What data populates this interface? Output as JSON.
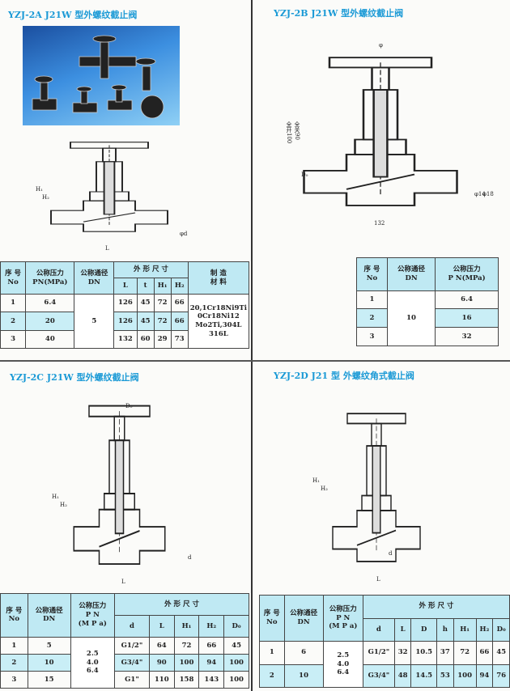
{
  "sections": [
    {
      "title": "YZJ-2A J21W 型外螺纹截止阀",
      "labels": [
        "H₁",
        "H₂",
        "L",
        "φd"
      ]
    },
    {
      "title": "YZJ-2B J21W 型外螺纹截止阀",
      "labels": [
        "φ",
        "全开100",
        "全关90",
        "D₀",
        "φ14",
        "φ18",
        "132"
      ]
    },
    {
      "title": "YZJ-2C J21W 型外螺纹截止阀",
      "labels": [
        "D₀",
        "H₁",
        "H₂",
        "d",
        "L"
      ]
    },
    {
      "title": "YZJ-2D J21 型 外螺纹角式截止阀",
      "labels": [
        "H₁",
        "H₂",
        "d",
        "L"
      ]
    }
  ],
  "table_2a": {
    "headers": {
      "no": "序 号\nNo",
      "pn": "公称压力\nPN(MPa)",
      "dn": "公称通径\nDN",
      "dims": "外 形 尺 寸",
      "material": "制 造\n材 料",
      "cols": [
        "L",
        "t",
        "H₁",
        "H₂"
      ]
    },
    "dn": "5",
    "material": "20,1Cr18Ni9Ti 0Cr18Ni12 Mo2Ti,304L 316L",
    "rows": [
      {
        "no": "1",
        "pn": "6.4",
        "dims": [
          "126",
          "45",
          "72",
          "66"
        ]
      },
      {
        "no": "2",
        "pn": "20",
        "dims": [
          "126",
          "45",
          "72",
          "66"
        ]
      },
      {
        "no": "3",
        "pn": "40",
        "dims": [
          "132",
          "60",
          "29",
          "73"
        ]
      }
    ]
  },
  "table_2b": {
    "headers": {
      "no": "序 号\nNo",
      "dn": "公称通径\nDN",
      "pn": "公称压力\nP N(MPa)"
    },
    "dn": "10",
    "rows": [
      {
        "no": "1",
        "pn": "6.4"
      },
      {
        "no": "2",
        "pn": "16"
      },
      {
        "no": "3",
        "pn": "32"
      }
    ]
  },
  "table_2c": {
    "headers": {
      "no": "序 号\nNo",
      "dn": "公称通径\nDN",
      "pn": "公称压力\nP N\n(M P a)",
      "dims": "外 形 尺 寸",
      "cols": [
        "d",
        "L",
        "H₁",
        "H₂",
        "D₀"
      ]
    },
    "pn": "2.5\n4.0\n6.4",
    "rows": [
      {
        "no": "1",
        "dn": "5",
        "dims": [
          "G1/2\"",
          "64",
          "72",
          "66",
          "45"
        ]
      },
      {
        "no": "2",
        "dn": "10",
        "dims": [
          "G3/4\"",
          "90",
          "100",
          "94",
          "100"
        ]
      },
      {
        "no": "3",
        "dn": "15",
        "dims": [
          "G1\"",
          "110",
          "158",
          "143",
          "100"
        ]
      }
    ]
  },
  "table_2d": {
    "headers": {
      "no": "序 号\nNo",
      "dn": "公称通径\nDN",
      "pn": "公称压力\nP N\n(M P a)",
      "dims": "外 形 尺 寸",
      "cols": [
        "d",
        "L",
        "D",
        "h",
        "H₁",
        "H₂",
        "D₀"
      ]
    },
    "pn": "2.5\n4.0\n6.4",
    "rows": [
      {
        "no": "1",
        "dn": "6",
        "dims": [
          "G1/2\"",
          "32",
          "10.5",
          "37",
          "72",
          "66",
          "45"
        ]
      },
      {
        "no": "2",
        "dn": "10",
        "dims": [
          "G3/4\"",
          "48",
          "14.5",
          "53",
          "100",
          "94",
          "76"
        ]
      }
    ]
  }
}
